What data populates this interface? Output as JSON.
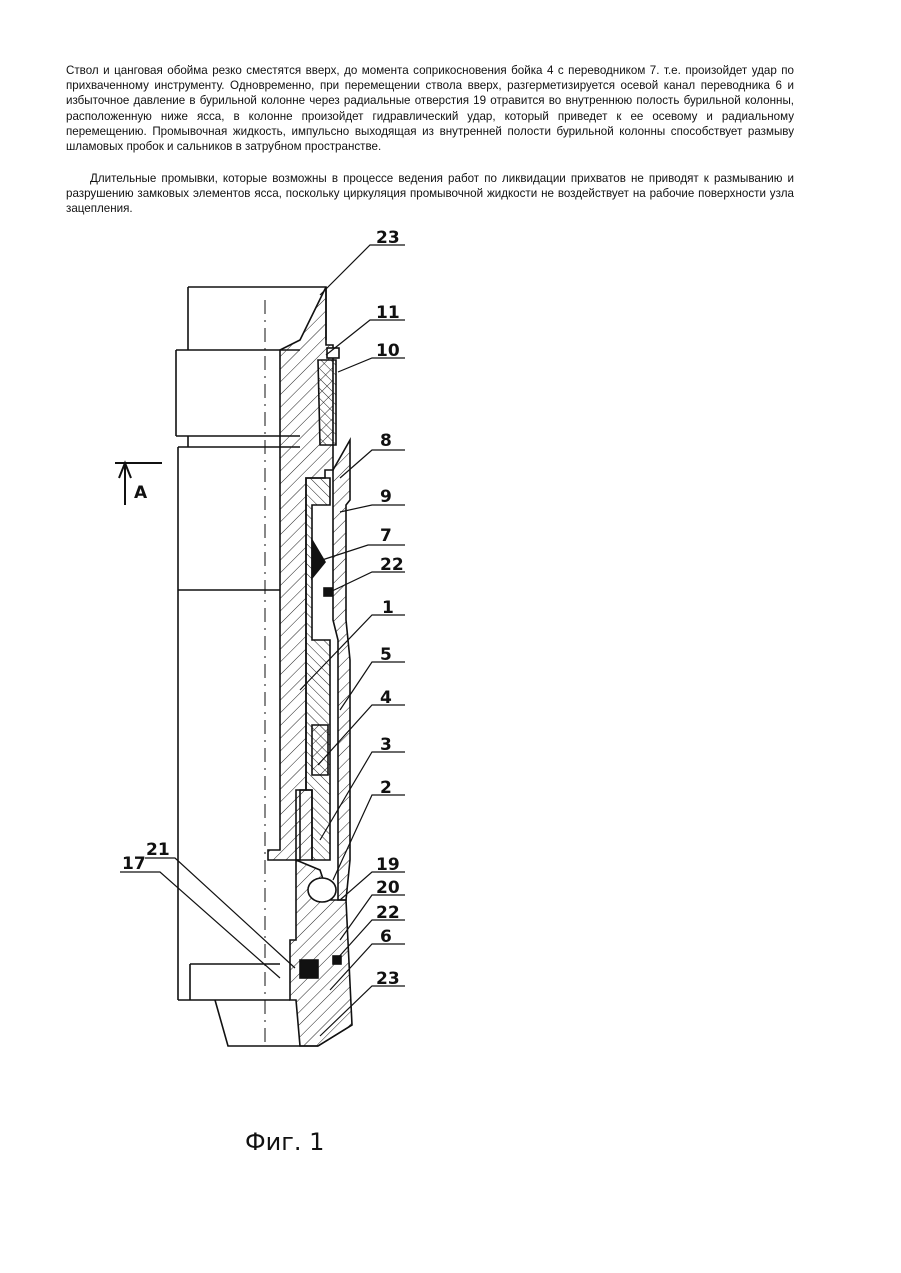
{
  "text": {
    "paragraph1": "Ствол и цанговая обойма резко сместятся вверх, до момента соприкосновения бойка 4 с переводником 7. т.е. произойдет удар по прихваченному инструменту. Одновременно, при перемещении ствола вверх, разгерметизируется осевой канал переводника 6 и избыточное давление в бурильной колонне через радиальные отверстия 19 отравится во внутреннюю полость бурильной колонны, расположенную ниже ясса, в колонне произойдет гидравлический удар, который приведет к ее осевому и радиальному перемещению. Промывочная жидкость, импульсно выходящая из внутренней полости бурильной колонны способствует размыву шламовых пробок и сальников в затрубном пространстве.",
    "paragraph2": "Длительные промывки, которые возможны в процессе ведения работ по ликвидации прихватов не приводят к размыванию и разрушению замковых элементов ясса, поскольку циркуляция промывочной жидкости не воздействует на рабочие поверхности узла зацепления."
  },
  "figure": {
    "caption": "Фиг. 1",
    "section_marker": "А",
    "labels": {
      "l23a": "23",
      "l11": "11",
      "l10": "10",
      "l8": "8",
      "l9": "9",
      "l7": "7",
      "l22a": "22",
      "l1": "1",
      "l5": "5",
      "l4": "4",
      "l3": "3",
      "l2": "2",
      "l19": "19",
      "l20": "20",
      "l22b": "22",
      "l6": "6",
      "l23b": "23",
      "l21": "21",
      "l17": "17"
    }
  }
}
